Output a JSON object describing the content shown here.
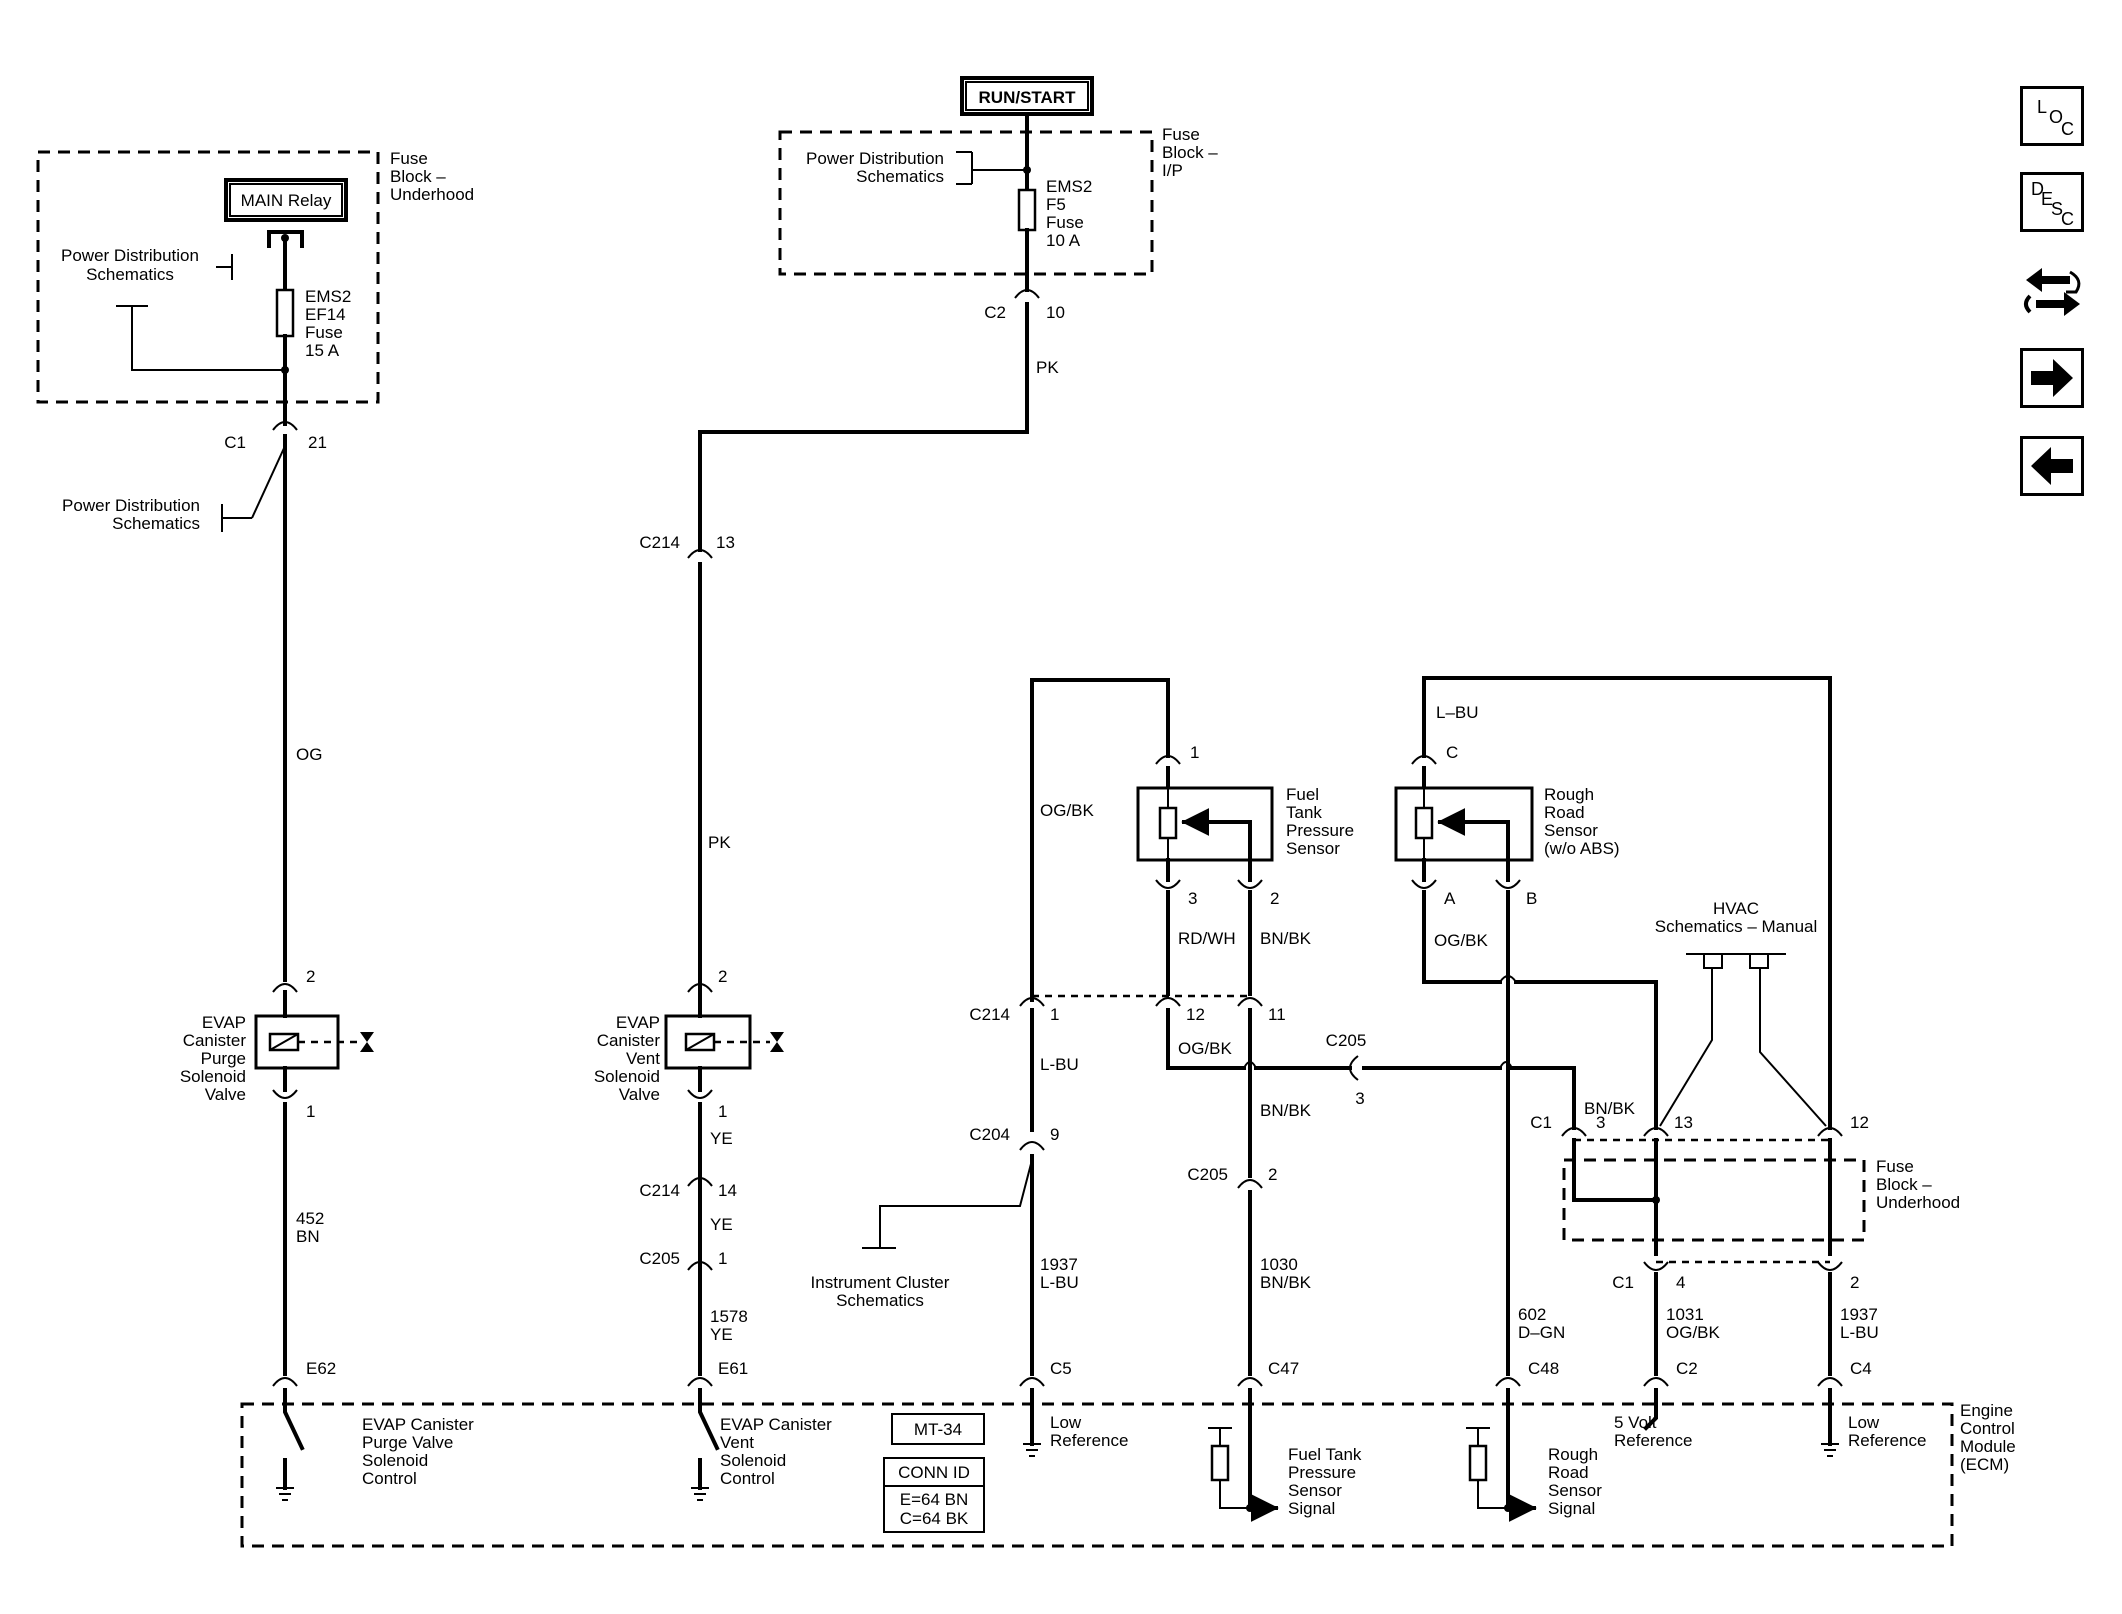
{
  "nav": {
    "loc": [
      "L",
      "O",
      "C"
    ],
    "desc": [
      "D",
      "E",
      "S",
      "C"
    ]
  },
  "power": {
    "run_start": "RUN/START",
    "main_relay": "MAIN Relay",
    "pds": [
      "Power Distribution",
      "Schematics"
    ],
    "fb_underhood": [
      "Fuse",
      "Block –",
      "Underhood"
    ],
    "fb_ip": [
      "Fuse",
      "Block –",
      "I/P"
    ],
    "fuse_ef14": [
      "EMS2",
      "EF14",
      "Fuse",
      "15 A"
    ],
    "fuse_f5": [
      "EMS2",
      "F5",
      "Fuse",
      "10 A"
    ]
  },
  "hvac": [
    "HVAC",
    "Schematics – Manual"
  ],
  "ic": [
    "Instrument Cluster",
    "Schematics"
  ],
  "components": {
    "purge": [
      "EVAP",
      "Canister",
      "Purge",
      "Solenoid",
      "Valve"
    ],
    "vent": [
      "EVAP",
      "Canister",
      "Vent",
      "Solenoid",
      "Valve"
    ],
    "ftp": [
      "Fuel",
      "Tank",
      "Pressure",
      "Sensor"
    ],
    "rough": [
      "Rough",
      "Road",
      "Sensor",
      "(w/o ABS)"
    ],
    "fb_under2": [
      "Fuse",
      "Block –",
      "Underhood"
    ]
  },
  "ecm": {
    "name": [
      "Engine",
      "Control",
      "Module",
      "(ECM)"
    ],
    "mt": "MT-34",
    "conn_title": "CONN ID",
    "conn": [
      "E=64 BN",
      "C=64 BK"
    ],
    "purge": [
      "EVAP Canister",
      "Purge Valve",
      "Solenoid",
      "Control"
    ],
    "vent": [
      "EVAP Canister",
      "Vent",
      "Solenoid",
      "Control"
    ],
    "low1": [
      "Low",
      "Reference"
    ],
    "ftp": [
      "Fuel Tank",
      "Pressure",
      "Sensor",
      "Signal"
    ],
    "rough": [
      "Rough",
      "Road",
      "Sensor",
      "Signal"
    ],
    "fivev": [
      "5 Volt",
      "Reference"
    ],
    "low2": [
      "Low",
      "Reference"
    ]
  },
  "connectors": {
    "c1_21": [
      "C1",
      "21"
    ],
    "c2_10": [
      "C2",
      "10"
    ],
    "c214_13": [
      "C214",
      "13"
    ],
    "purge_2": "2",
    "purge_1": "1",
    "vent_2": "2",
    "vent_1": "1",
    "c214_14": [
      "C214",
      "14"
    ],
    "c205_1": [
      "C205",
      "1"
    ],
    "e62": "E62",
    "e61": "E61",
    "c5": "C5",
    "c47": "C47",
    "c48": "C48",
    "c2": "C2",
    "c4": "C4",
    "ftp_1": "1",
    "ftp_3": "3",
    "ftp_2": "2",
    "rr_c": "C",
    "rr_a": "A",
    "rr_b": "B",
    "c214_1": [
      "C214",
      "1"
    ],
    "c214_12": "12",
    "c214_11": "11",
    "c205_3": [
      "C205",
      "3"
    ],
    "c204_9": [
      "C204",
      "9"
    ],
    "c205_2": [
      "C205",
      "2"
    ],
    "c1_3": [
      "C1",
      "3"
    ],
    "c1_13": "13",
    "c1_12": "12",
    "c1_4": [
      "C1",
      "4"
    ],
    "c1_2": "2"
  },
  "wires": {
    "og": "OG",
    "pk1": "PK",
    "pk2": "PK",
    "ye1": "YE",
    "ye2": "YE",
    "og_bk1": "OG/BK",
    "og_bk2": "OG/BK",
    "og_bk3": "OG/BK",
    "rd_wh": "RD/WH",
    "bn_bk1": "BN/BK",
    "bn_bk2": "BN/BK",
    "bn_bk3": "BN/BK",
    "l_bu1": "L-BU",
    "l_bu2": "L–BU",
    "c452": [
      "452",
      "BN"
    ],
    "c1578": [
      "1578",
      "YE"
    ],
    "c1937a": [
      "1937",
      "L-BU"
    ],
    "c1030": [
      "1030",
      "BN/BK"
    ],
    "c602": [
      "602",
      "D–GN"
    ],
    "c1031": [
      "1031",
      "OG/BK"
    ],
    "c1937b": [
      "1937",
      "L-BU"
    ]
  }
}
